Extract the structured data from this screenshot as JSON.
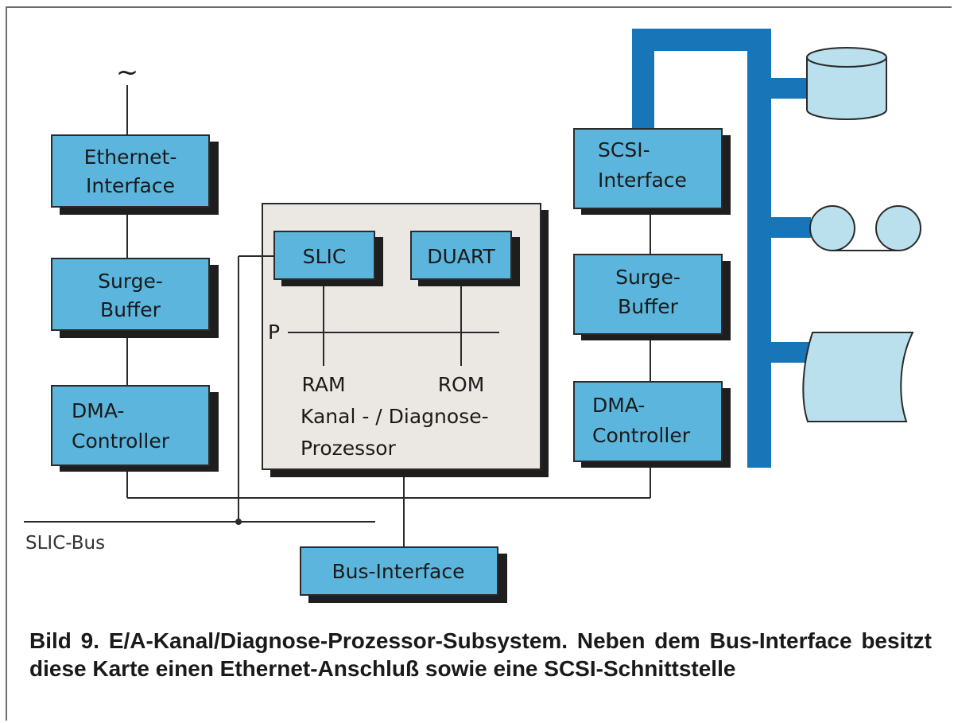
{
  "colors": {
    "block_fill": "#5bb5dc",
    "block_shadow": "#1e1e1e",
    "processor_fill": "#ebe8e4",
    "storage_bus": "#1876b8",
    "device_fill": "#b9e0ec",
    "line": "#2a2a2a"
  },
  "blocks": {
    "ethernet_interface": [
      "Ethernet-",
      "Interface"
    ],
    "surge_buffer_left": [
      "Surge-",
      "Buffer"
    ],
    "dma_controller_left": [
      "DMA-",
      "Controller"
    ],
    "slic": [
      "SLIC"
    ],
    "duart": [
      "DUART"
    ],
    "scsi_interface": [
      "SCSI-",
      "Interface"
    ],
    "surge_buffer_right": [
      "Surge-",
      "Buffer"
    ],
    "dma_controller_right": [
      "DMA-",
      "Controller"
    ],
    "bus_interface": [
      "Bus-Interface"
    ]
  },
  "processor": {
    "bus_letter": "P",
    "ram": "RAM",
    "rom": "ROM",
    "title_line1": "Kanal - / Diagnose-",
    "title_line2": "Prozessor"
  },
  "antenna_symbol": "~",
  "slic_bus_label": "SLIC-Bus",
  "devices": [
    "disk-drive-icon",
    "tape-reels-icon",
    "printer-paper-icon"
  ],
  "caption": "Bild 9. E/A-Kanal/Diagnose-Prozessor-Subsystem. Neben dem Bus-Interface besitzt diese Karte einen Ethernet-Anschluß sowie eine SCSI-Schnittstelle"
}
